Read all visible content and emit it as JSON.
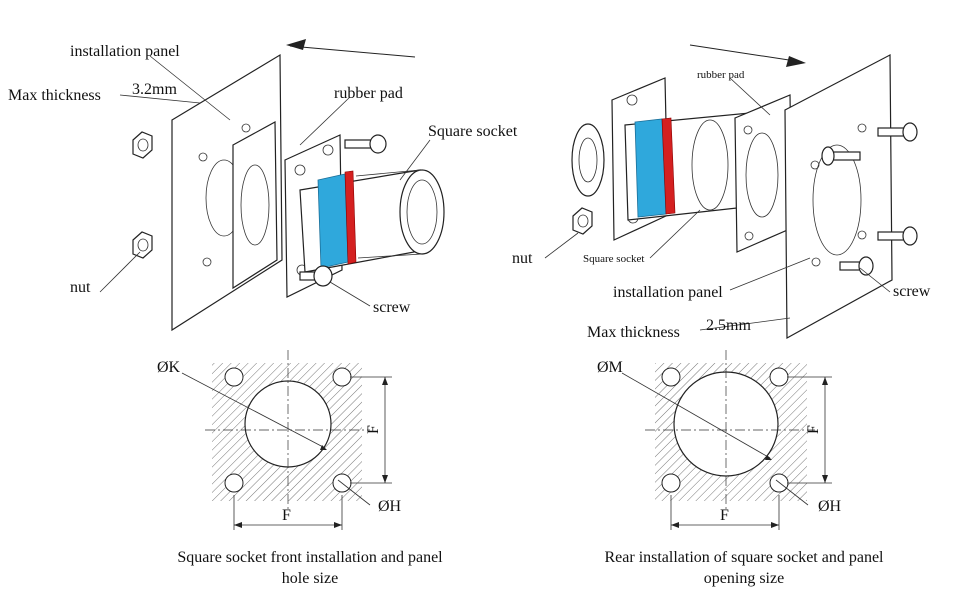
{
  "left": {
    "installation_panel": "installation panel",
    "max_thickness": "Max thickness",
    "thickness_value": "3.2mm",
    "rubber_pad": "rubber pad",
    "square_socket": "Square socket",
    "nut": "nut",
    "screw": "screw",
    "dia_k": "ØK",
    "dia_h": "ØH",
    "dim_f_bottom": "F",
    "dim_f_side": "F",
    "caption_line1": "Square socket front installation and panel",
    "caption_line2": "hole size"
  },
  "right": {
    "rubber_pad": "rubber pad",
    "nut": "nut",
    "square_socket": "Square socket",
    "installation_panel": "installation panel",
    "screw": "screw",
    "max_thickness": "Max thickness",
    "thickness_value": "2.5mm",
    "dia_m": "ØM",
    "dia_h": "ØH",
    "dim_f_bottom": "F",
    "dim_f_side": "F",
    "caption_line1": "Rear installation of square socket and panel",
    "caption_line2": "opening size"
  },
  "colors": {
    "rubber_blue": "#2fa8dc",
    "seal_red": "#d42020",
    "line": "#222222"
  }
}
